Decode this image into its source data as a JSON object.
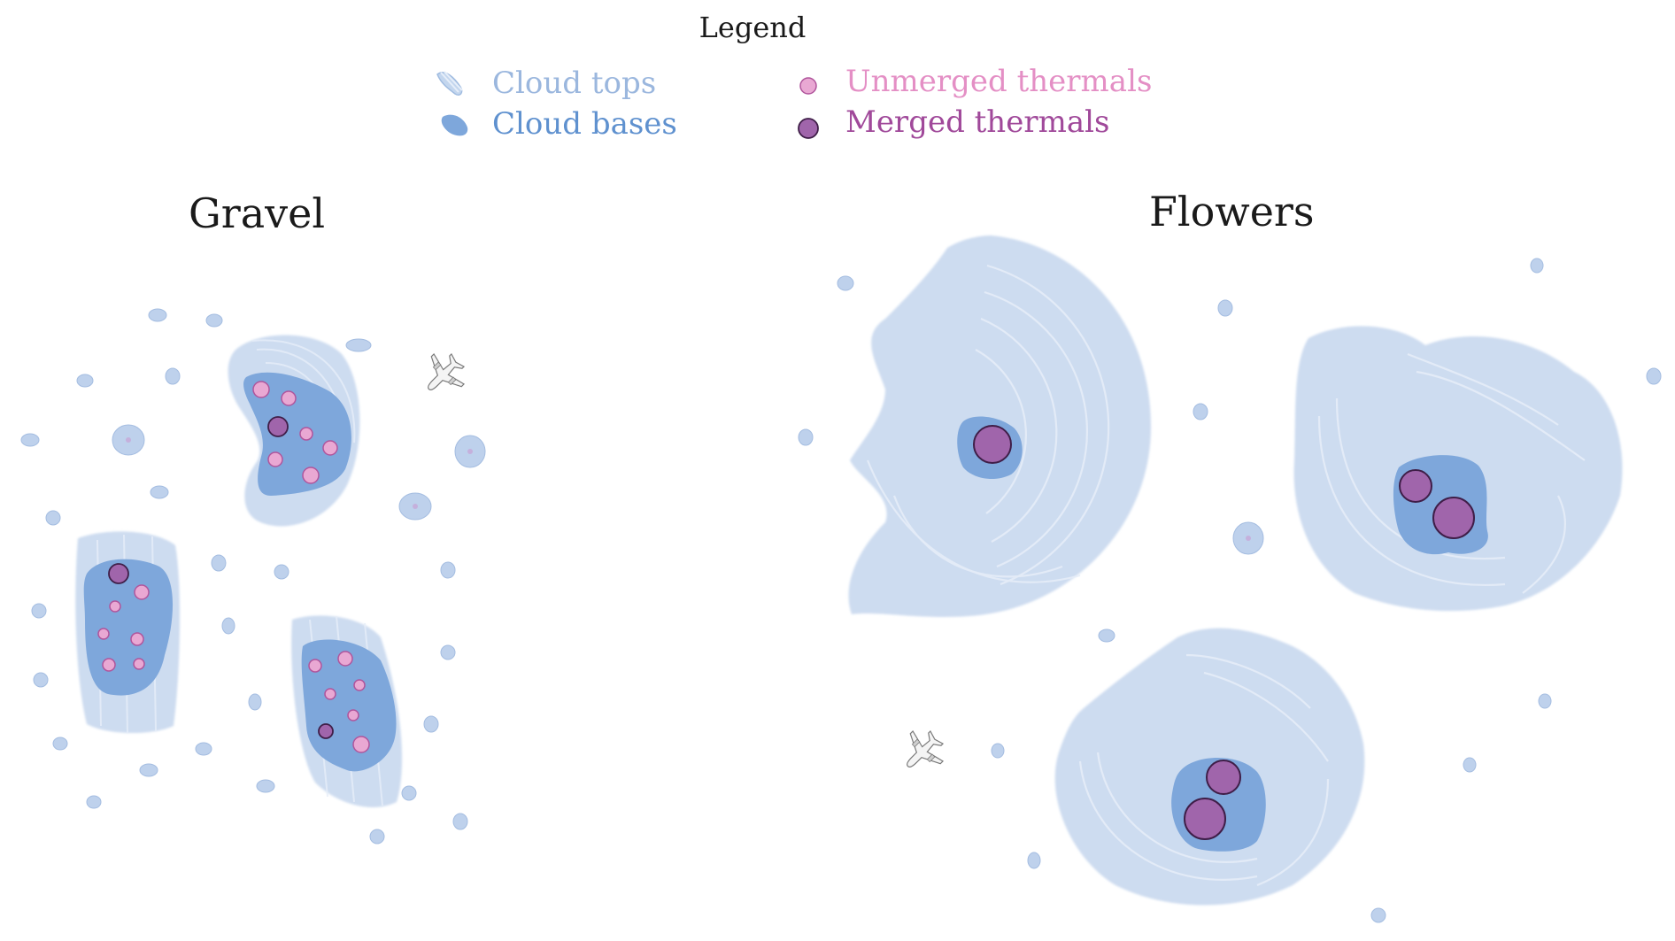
{
  "legend": {
    "title": "Legend",
    "items": [
      {
        "label": "Cloud tops",
        "color": "#a9c2e4"
      },
      {
        "label": "Cloud bases",
        "color": "#6a9ad3"
      },
      {
        "label": "Unmerged thermals",
        "color": "#e89acb"
      },
      {
        "label": "Merged thermals",
        "color": "#a0499a"
      }
    ]
  },
  "panels": [
    {
      "title": "Gravel"
    },
    {
      "title": "Flowers"
    }
  ],
  "colors": {
    "cloud_top": "#c9d9ef",
    "cloud_base": "#7ea7db",
    "unmerged_fill": "#e9a8d3",
    "unmerged_stroke": "#b0559c",
    "merged_fill": "#a065ab",
    "merged_stroke": "#5b2d66"
  },
  "icons": [
    "airplane-icon"
  ]
}
